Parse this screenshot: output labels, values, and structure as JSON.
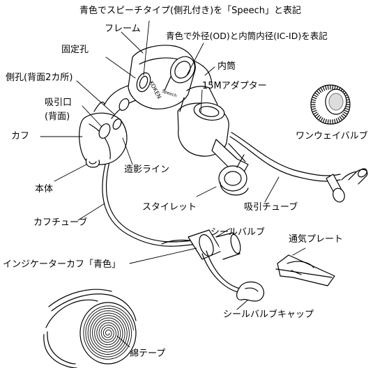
{
  "labels": {
    "speech_note": "青色でスピーチタイプ(側孔付き)を「Speech」と表記",
    "frame": "フレーム",
    "od_note": "青色で外径(OD)と内筒内径(IC-ID)を表記",
    "fixing_hole": "固定孔",
    "inner_tube": "内筒",
    "side_hole": "側孔(背面2カ所)",
    "adapter": "15Mアダプター",
    "suction_port_1": "吸引口",
    "suction_port_2": "(背面)",
    "one_way_valve": "ワンウェイバルブ",
    "cuff": "カフ",
    "contrast_line": "造影ライン",
    "body": "本体",
    "stylet": "スタイレット",
    "suction_tube": "吸引チューブ",
    "cuff_tube": "カフチューブ",
    "seal_valve": "シールバルブ",
    "vent_plate": "通気プレート",
    "indicator_cuff": "インジケーターカフ「青色」",
    "seal_valve_cap": "シールバルブキャップ",
    "cotton_tape": "綿テープ"
  },
  "imprints": {
    "brand": "KOKEN",
    "speech": "Speech"
  }
}
